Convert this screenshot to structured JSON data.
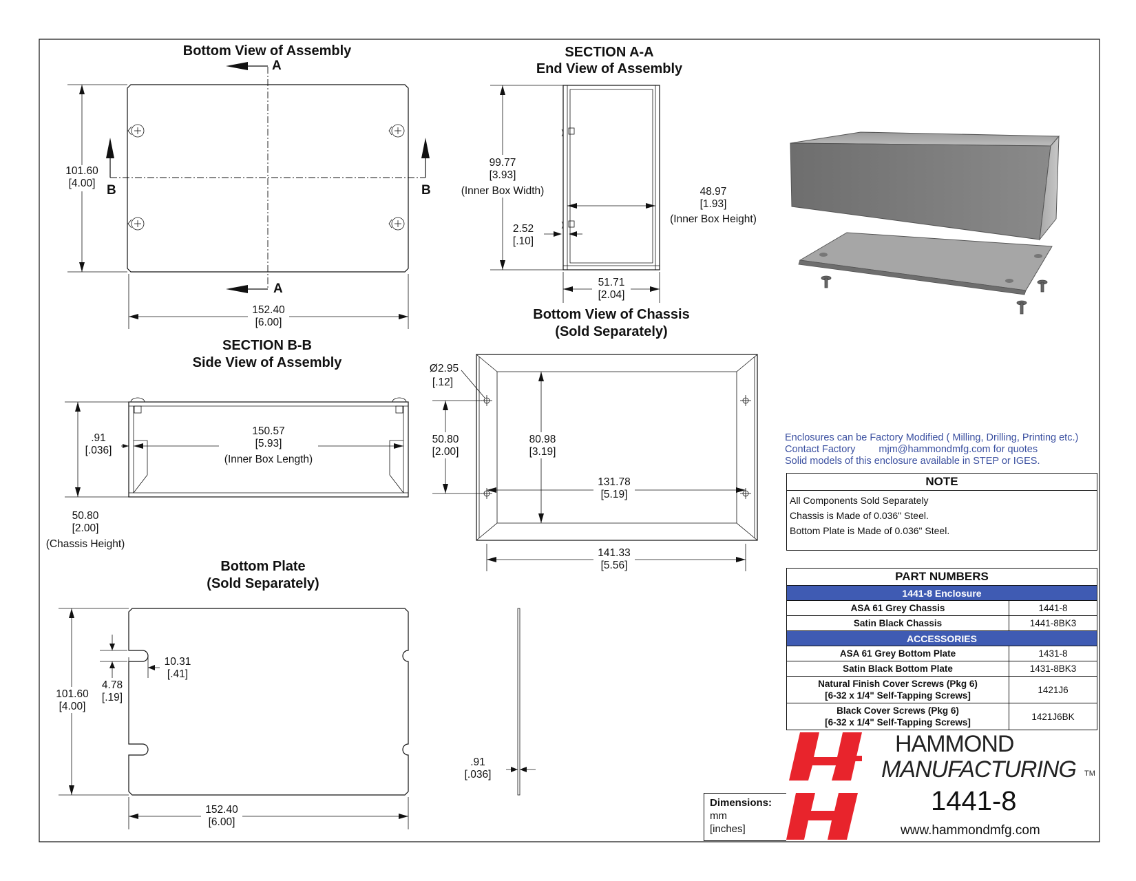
{
  "views": {
    "bottom_assembly": {
      "title": "Bottom View of Assembly",
      "section_letter_a": "A",
      "section_letter_b": "B",
      "height_mm": "101.60",
      "height_in": "[4.00]",
      "width_mm": "152.40",
      "width_in": "[6.00]"
    },
    "section_aa": {
      "title1": "SECTION A-A",
      "title2": "End View of Assembly",
      "inner_width_mm": "99.77",
      "inner_width_in": "[3.93]",
      "inner_width_label": "(Inner Box Width)",
      "inner_height_mm": "48.97",
      "inner_height_in": "[1.93]",
      "inner_height_label": "(Inner Box Height)",
      "lip_mm": "2.52",
      "lip_in": "[.10]",
      "base_mm": "51.71",
      "base_in": "[2.04]"
    },
    "section_bb": {
      "title1": "SECTION B-B",
      "title2": "Side View of Assembly",
      "thick_mm": ".91",
      "thick_in": "[.036]",
      "inner_len_mm": "150.57",
      "inner_len_in": "[5.93]",
      "inner_len_label": "(Inner Box Length)",
      "chassis_h_mm": "50.80",
      "chassis_h_in": "[2.00]",
      "chassis_h_label": "(Chassis Height)"
    },
    "bottom_chassis": {
      "title1": "Bottom View of Chassis",
      "title2": "(Sold Separately)",
      "hole_mm": "Ø2.95",
      "hole_in": "[.12]",
      "hole_span_mm": "50.80",
      "hole_span_in": "[2.00]",
      "inner_mm": "80.98",
      "inner_in": "[3.19]",
      "hole_x_mm": "131.78",
      "hole_x_in": "[5.19]",
      "overall_mm": "141.33",
      "overall_in": "[5.56]"
    },
    "bottom_plate": {
      "title1": "Bottom Plate",
      "title2": "(Sold Separately)",
      "height_mm": "101.60",
      "height_in": "[4.00]",
      "slot_w_mm": "10.31",
      "slot_w_in": "[.41]",
      "slot_h_mm": "4.78",
      "slot_h_in": "[.19]",
      "width_mm": "152.40",
      "width_in": "[6.00]",
      "thick_mm": ".91",
      "thick_in": "[.036]"
    }
  },
  "info": {
    "line1": "Enclosures can be Factory Modified ( Milling, Drilling, Printing etc.)",
    "line2a": "Contact Factory",
    "line2b": "mjm@hammondmfg.com for quotes",
    "line3": "Solid models of this enclosure available in STEP or IGES."
  },
  "note": {
    "heading": "NOTE",
    "lines": [
      "All Components Sold Separately",
      "Chassis is Made of 0.036\" Steel.",
      "Bottom Plate is Made of 0.036\" Steel."
    ]
  },
  "parts": {
    "heading": "PART NUMBERS",
    "group1": "1441-8 Enclosure",
    "rows1": [
      {
        "desc": "ASA 61 Grey Chassis",
        "pn": "1441-8"
      },
      {
        "desc": "Satin Black Chassis",
        "pn": "1441-8BK3"
      }
    ],
    "group2": "ACCESSORIES",
    "rows2": [
      {
        "desc": "ASA 61 Grey Bottom Plate",
        "pn": "1431-8"
      },
      {
        "desc": "Satin Black Bottom Plate",
        "pn": "1431-8BK3"
      },
      {
        "desc1": "Natural Finish Cover Screws (Pkg 6)",
        "desc2": "[6-32 x 1/4\" Self-Tapping Screws]",
        "pn": "1421J6"
      },
      {
        "desc1": "Black Cover Screws (Pkg 6)",
        "desc2": "[6-32 x 1/4\" Self-Tapping Screws]",
        "pn": "1421J6BK"
      }
    ]
  },
  "units": {
    "label": "Dimensions:",
    "u1": "mm",
    "u2": "[inches]"
  },
  "brand": {
    "line1": "HAMMOND",
    "line2": "MANUFACTURING",
    "tm": "TM",
    "part": "1441-8",
    "website": "www.hammondmfg.com"
  },
  "colors": {
    "logo_red": "#e8242c",
    "band_blue": "#3f5bb3",
    "info_blue": "#3a4fa0"
  }
}
